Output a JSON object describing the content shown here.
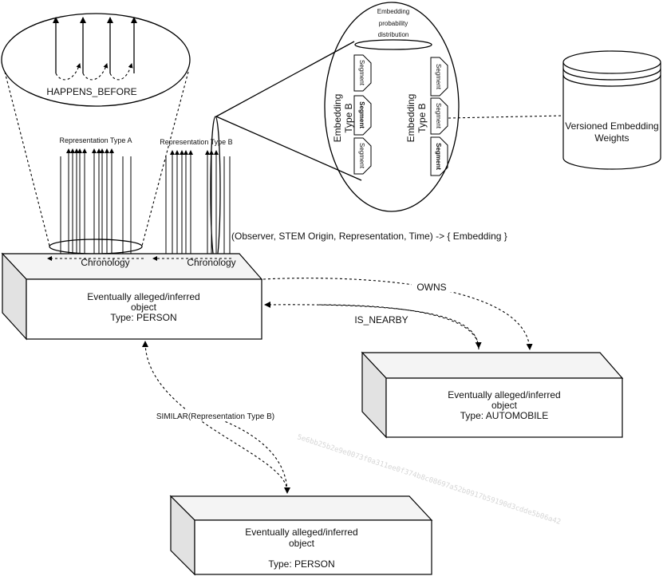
{
  "bubble": {
    "label": "HAPPENS_BEFORE"
  },
  "representations": {
    "type_a": "Representation Type A",
    "type_b": "Representation Type B"
  },
  "chronology": {
    "left": "Chronology",
    "right": "Chronology"
  },
  "embedding": {
    "title_line1": "Embedding",
    "title_line2": "probability",
    "title_line3": "distribution",
    "left_label_line1": "Embedding",
    "left_label_line2": "Type B",
    "right_label_line1": "Embedding",
    "right_label_line2": "Type B",
    "segment": "Segment"
  },
  "tuple_label": "(Observer, STEM Origin, Representation, Time) -> { Embedding }",
  "database": {
    "line1": "Versioned Embedding",
    "line2": "Weights"
  },
  "objects": {
    "person_main": {
      "line1": "Eventually alleged/inferred",
      "line2": "object",
      "line3": "Type: PERSON"
    },
    "automobile": {
      "line1": "Eventually alleged/inferred",
      "line2": "object",
      "line3": "Type: AUTOMOBILE"
    },
    "person_second": {
      "line1": "Eventually alleged/inferred",
      "line2": "object",
      "line3": "Type: PERSON"
    }
  },
  "relations": {
    "owns": "OWNS",
    "is_nearby": "IS_NEARBY",
    "similar": "SIMILAR(Representation Type B)"
  },
  "watermark": "5e6bb25b2e9e0073f0a311ee0f374b8c08697a52b0917b59190d3cdde5b06a42"
}
